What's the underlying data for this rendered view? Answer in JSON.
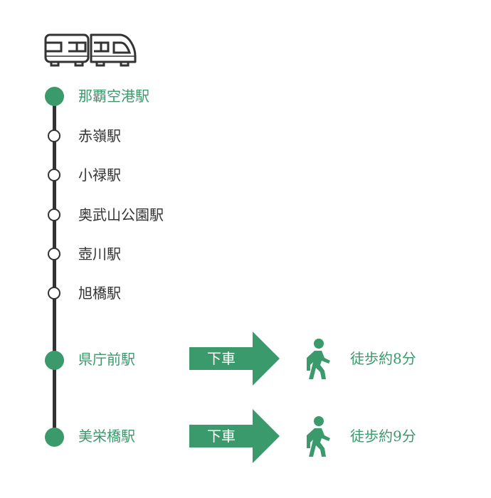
{
  "accent": "#3b9a6b",
  "stations": [
    {
      "name": "那覇空港駅"
    },
    {
      "name": "赤嶺駅"
    },
    {
      "name": "小禄駅"
    },
    {
      "name": "奥武山公園駅"
    },
    {
      "name": "壺川駅"
    },
    {
      "name": "旭橋駅"
    },
    {
      "name": "県庁前駅"
    },
    {
      "name": "美栄橋駅"
    }
  ],
  "exits": [
    {
      "label": "下車",
      "walk": "徒歩約8分"
    },
    {
      "label": "下車",
      "walk": "徒歩約9分"
    }
  ]
}
